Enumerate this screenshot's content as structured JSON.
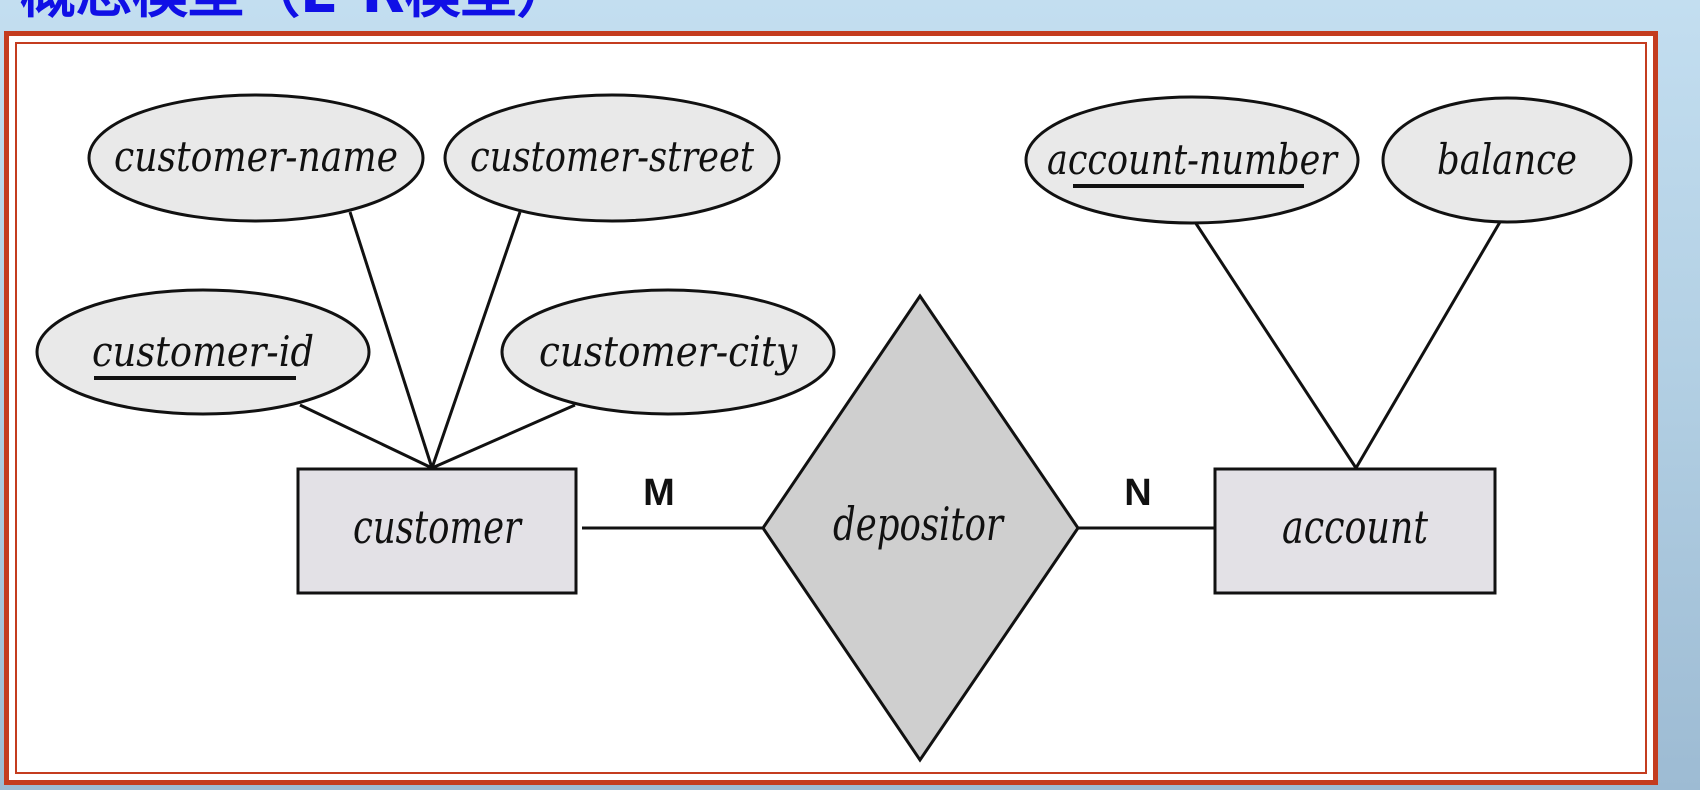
{
  "slide": {
    "title": "概念模型（E-R模型）"
  },
  "diagram": {
    "entities": {
      "customer": {
        "label": "customer"
      },
      "account": {
        "label": "account"
      }
    },
    "relationship": {
      "label": "depositor"
    },
    "attributes": {
      "customer_name": {
        "label": "customer-name",
        "key": false
      },
      "customer_street": {
        "label": "customer-street",
        "key": false
      },
      "customer_id": {
        "label": "customer-id",
        "key": true
      },
      "customer_city": {
        "label": "customer-city",
        "key": false
      },
      "account_number": {
        "label": "account-number",
        "key": true
      },
      "balance": {
        "label": "balance",
        "key": false
      }
    },
    "cardinality": {
      "customer_side": "M",
      "account_side": "N"
    },
    "colors": {
      "frame_border": "#c43c1f",
      "title_text": "#1010e6",
      "attribute_fill": "#e9e9e9",
      "entity_fill": "#e3e1e6",
      "relationship_fill": "#cfcfcf"
    }
  }
}
